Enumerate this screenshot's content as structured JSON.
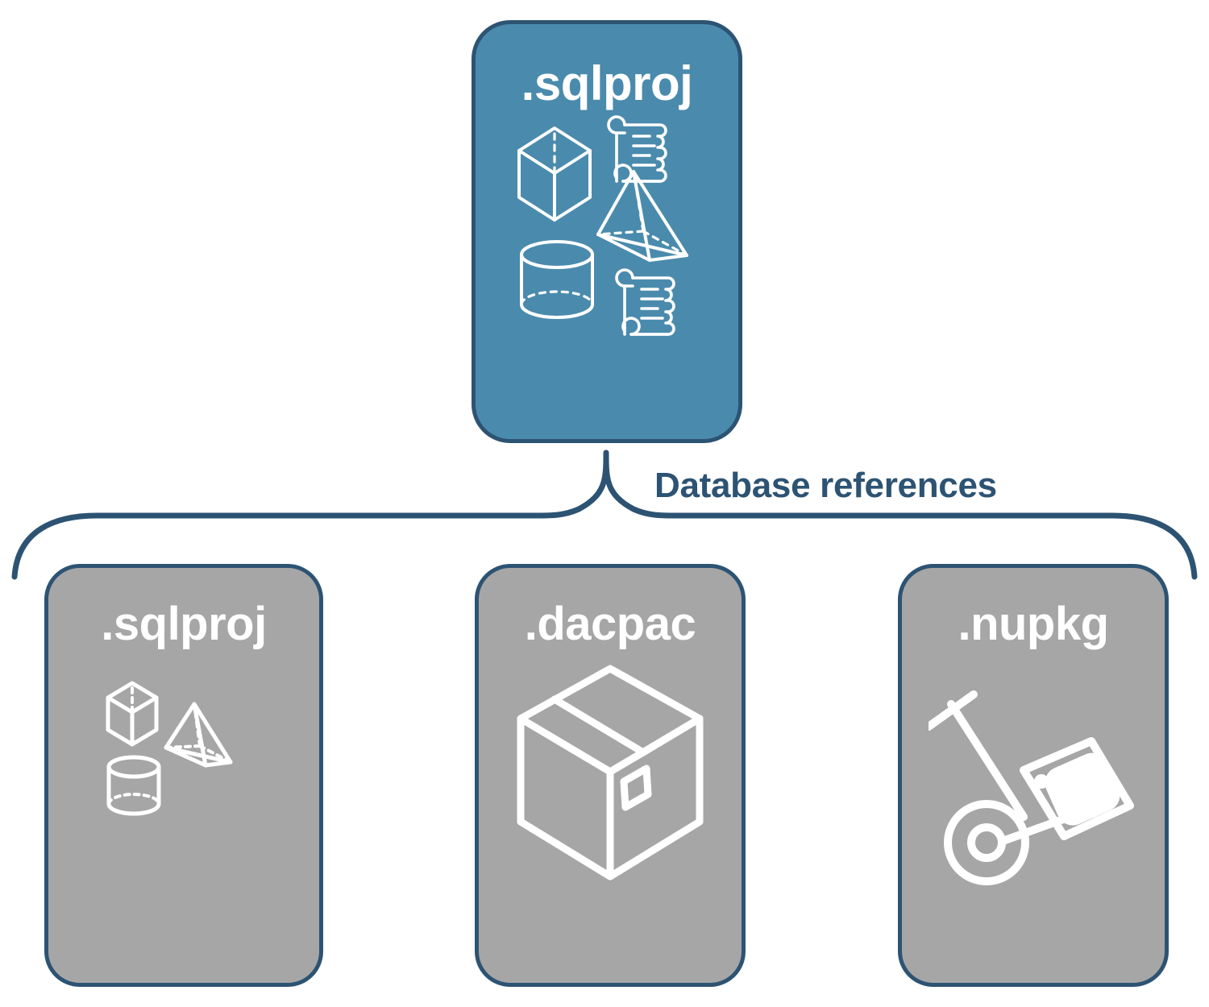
{
  "diagram": {
    "title": "SQL database project database references",
    "background_color": "#ffffff",
    "accent_color": "#4a8bad",
    "outline_color": "#2d5373",
    "neutral_color": "#a6a6a6",
    "icon_color": "#ffffff"
  },
  "root_card": {
    "label": ".sqlproj",
    "fill_color": "#4a8bad",
    "text_color": "#ffffff",
    "icons": [
      "cube-wireframe-icon",
      "scroll-script-icon",
      "pyramid-wireframe-icon",
      "cylinder-wireframe-icon",
      "scroll-script-icon"
    ]
  },
  "connector": {
    "label": "Database references",
    "label_color": "#2d5373",
    "style": "curly-brace",
    "branch_count": 3
  },
  "reference_cards": [
    {
      "label": ".sqlproj",
      "fill_color": "#a6a6a6",
      "text_color": "#ffffff",
      "icons": [
        "cube-wireframe-icon",
        "pyramid-wireframe-icon",
        "cylinder-wireframe-icon"
      ]
    },
    {
      "label": ".dacpac",
      "fill_color": "#a6a6a6",
      "text_color": "#ffffff",
      "icons": [
        "package-box-icon"
      ]
    },
    {
      "label": ".nupkg",
      "fill_color": "#a6a6a6",
      "text_color": "#ffffff",
      "icons": [
        "hand-truck-package-icon"
      ]
    }
  ]
}
